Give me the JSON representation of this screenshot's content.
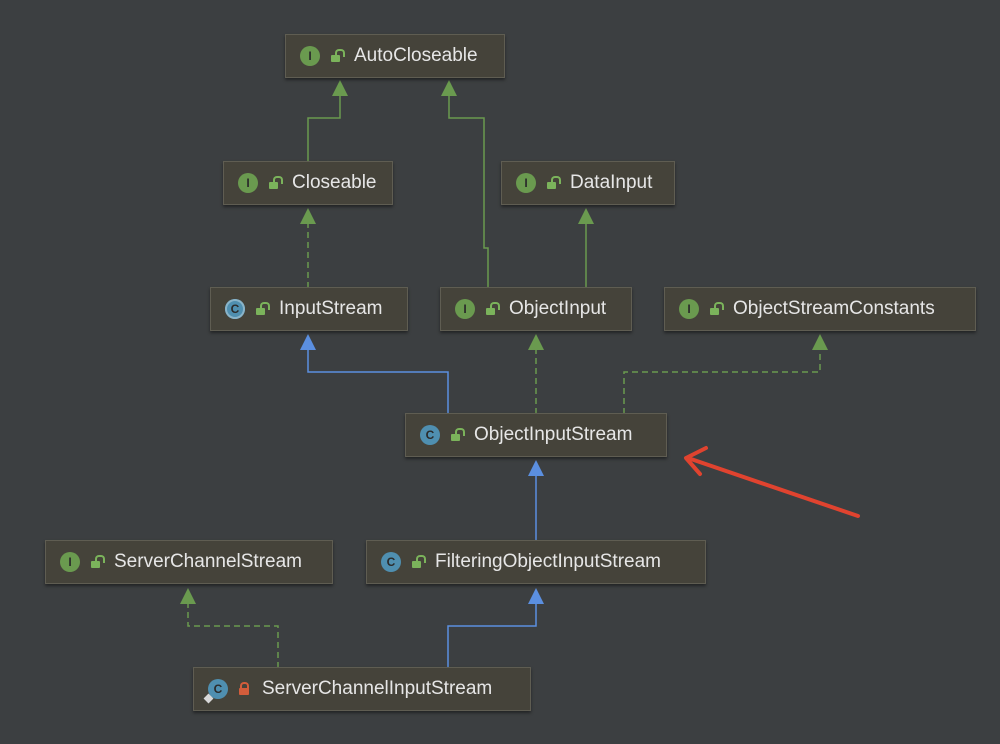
{
  "colors": {
    "interface_inheritance": "#6a9a4f",
    "class_inheritance": "#5b8fe0",
    "annotation_arrow": "#e0432f"
  },
  "nodes": {
    "autocloseable": {
      "kind": "interface",
      "badge": "I",
      "visibility": "public",
      "label": "AutoCloseable"
    },
    "closeable": {
      "kind": "interface",
      "badge": "I",
      "visibility": "public",
      "label": "Closeable"
    },
    "datainput": {
      "kind": "interface",
      "badge": "I",
      "visibility": "public",
      "label": "DataInput"
    },
    "inputstream": {
      "kind": "abstract-class",
      "badge": "C",
      "visibility": "public",
      "label": "InputStream"
    },
    "objectinput": {
      "kind": "interface",
      "badge": "I",
      "visibility": "public",
      "label": "ObjectInput"
    },
    "objectstreamconstants": {
      "kind": "interface",
      "badge": "I",
      "visibility": "public",
      "label": "ObjectStreamConstants"
    },
    "objectinputstream": {
      "kind": "class",
      "badge": "C",
      "visibility": "public",
      "label": "ObjectInputStream"
    },
    "serverchannelstream": {
      "kind": "interface",
      "badge": "I",
      "visibility": "public",
      "label": "ServerChannelStream"
    },
    "filteringobjectinputstream": {
      "kind": "class",
      "badge": "C",
      "visibility": "public",
      "label": "FilteringObjectInputStream"
    },
    "serverchannelinputstream": {
      "kind": "local-class",
      "badge": "C",
      "visibility": "private",
      "label": "ServerChannelInputStream"
    }
  },
  "edges": [
    {
      "from": "closeable",
      "to": "autocloseable",
      "type": "extends-interface"
    },
    {
      "from": "objectinput",
      "to": "autocloseable",
      "type": "extends-interface"
    },
    {
      "from": "objectinput",
      "to": "datainput",
      "type": "extends-interface"
    },
    {
      "from": "inputstream",
      "to": "closeable",
      "type": "implements"
    },
    {
      "from": "objectinputstream",
      "to": "inputstream",
      "type": "extends-class"
    },
    {
      "from": "objectinputstream",
      "to": "objectinput",
      "type": "implements"
    },
    {
      "from": "objectinputstream",
      "to": "objectstreamconstants",
      "type": "implements"
    },
    {
      "from": "filteringobjectinputstream",
      "to": "objectinputstream",
      "type": "extends-class"
    },
    {
      "from": "serverchannelinputstream",
      "to": "filteringobjectinputstream",
      "type": "extends-class"
    },
    {
      "from": "serverchannelinputstream",
      "to": "serverchannelstream",
      "type": "implements"
    }
  ],
  "annotation": {
    "points_to": "objectinputstream"
  }
}
